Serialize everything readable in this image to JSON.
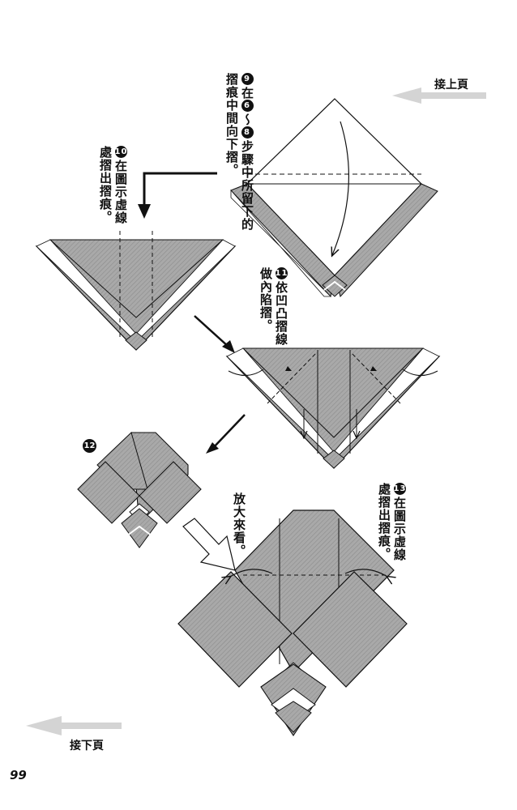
{
  "nav": {
    "prev_label": "接上頁",
    "next_label": "接下頁"
  },
  "steps": {
    "s9": {
      "num": "9",
      "text_a": "在",
      "num2": "6",
      "tilde": "～",
      "num3": "8",
      "text_b": "步驟中所留下的摺痕中間向下摺。"
    },
    "s10": {
      "num": "10",
      "text": "在圖示虛線處摺出摺痕。"
    },
    "s11": {
      "num": "11",
      "text": "依凹凸摺線做內陷摺。"
    },
    "s12": {
      "num": "12"
    },
    "zoom": {
      "text": "放大來看。"
    },
    "s13": {
      "num": "13",
      "text": "在圖示虛線處摺出摺痕。"
    }
  },
  "page": {
    "number": "99"
  },
  "colors": {
    "paper": "#a8a8a8",
    "paper_dark": "#8f8f8f",
    "line": "#111111",
    "arrow_gray": "#cfcfcf"
  }
}
